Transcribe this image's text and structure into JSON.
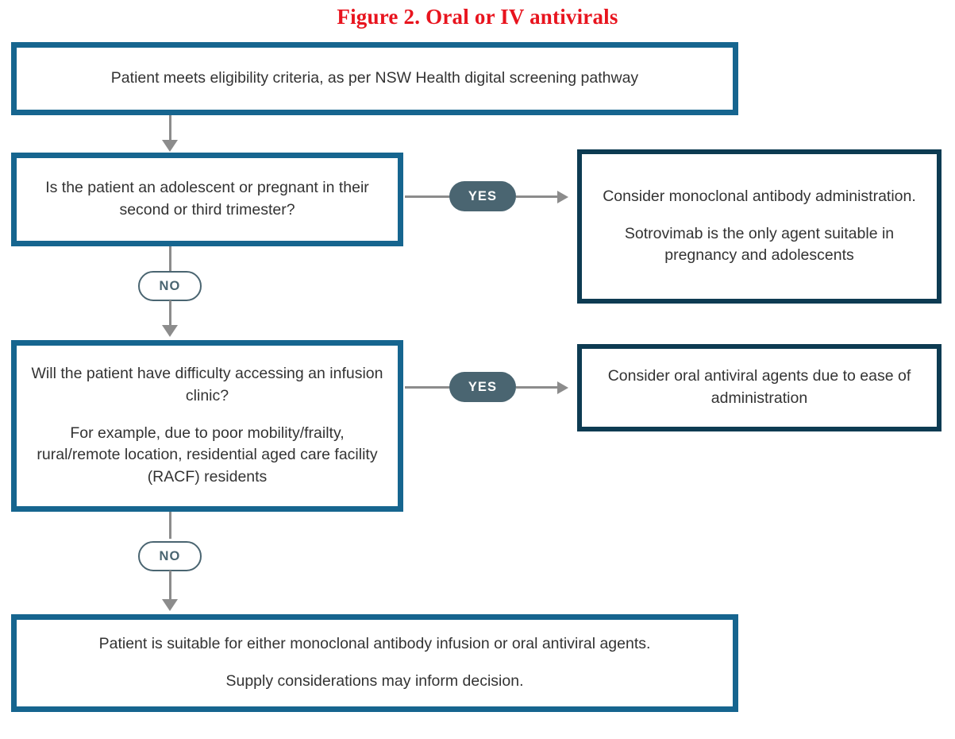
{
  "figure": {
    "title": "Figure 2. Oral or IV antivirals",
    "title_color": "#e8141e"
  },
  "colors": {
    "left_box_border": "#16658f",
    "right_box_border": "#0d3b52",
    "connector": "#8c8c8c",
    "pill_yes_fill": "#4a6571",
    "pill_no_stroke": "#4a6571",
    "body_text": "#333333"
  },
  "nodes": {
    "eligibility": {
      "line1": "Patient meets eligibility criteria, as per NSW Health digital screening pathway"
    },
    "question_1": {
      "line1": "Is the patient an adolescent or pregnant in their second or third trimester?"
    },
    "monoclonal": {
      "line1": "Consider monoclonal antibody administration.",
      "line2": "Sotrovimab is the only agent suitable in pregnancy and adolescents"
    },
    "question_2": {
      "line1": "Will the patient have difficulty accessing an infusion clinic?",
      "line2": "For example, due to poor mobility/frailty, rural/remote location, residential aged care facility (RACF) residents"
    },
    "oral": {
      "line1": "Consider oral antiviral agents due to ease of administration"
    },
    "outcome": {
      "line1": "Patient is suitable for either monoclonal antibody infusion or oral antiviral agents.",
      "line2": "Supply considerations may inform decision."
    }
  },
  "branch_labels": {
    "yes_1": "YES",
    "yes_2": "YES",
    "no_1": "NO",
    "no_2": "NO"
  }
}
